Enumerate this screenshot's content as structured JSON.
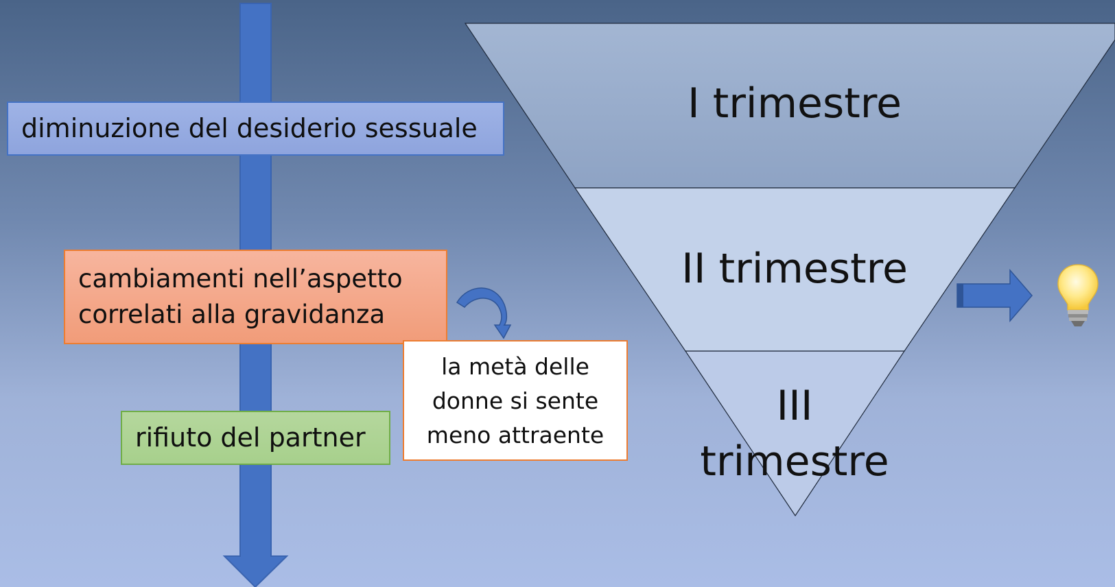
{
  "flow": {
    "box1": "diminuzione del desiderio sessuale",
    "box2_line1": "cambiamenti nell’aspetto",
    "box2_line2": "correlati alla gravidanza",
    "box3": "rifiuto del partner",
    "callout_line1": "la metà delle",
    "callout_line2": "donne si sente",
    "callout_line3": "meno attraente"
  },
  "funnel": {
    "tier1": "I trimestre",
    "tier2": "II trimestre",
    "tier3_line1": "III",
    "tier3_line2": "trimestre"
  },
  "icons": {
    "down_arrow": "down-arrow-icon",
    "curved_arrow": "curved-arrow-icon",
    "right_arrow": "right-arrow-icon",
    "bulb": "light-bulb-icon"
  },
  "colors": {
    "arrow_blue": "#4472c4",
    "blue_box": "#8ea4dd",
    "orange_box": "#f19c79",
    "orange_border": "#ed7d31",
    "green_box": "#a7d08c",
    "green_border": "#70ad47",
    "funnel_top": "#9aaecb",
    "funnel_mid": "#c0d0ea",
    "funnel_bottom": "#b9cae8"
  }
}
